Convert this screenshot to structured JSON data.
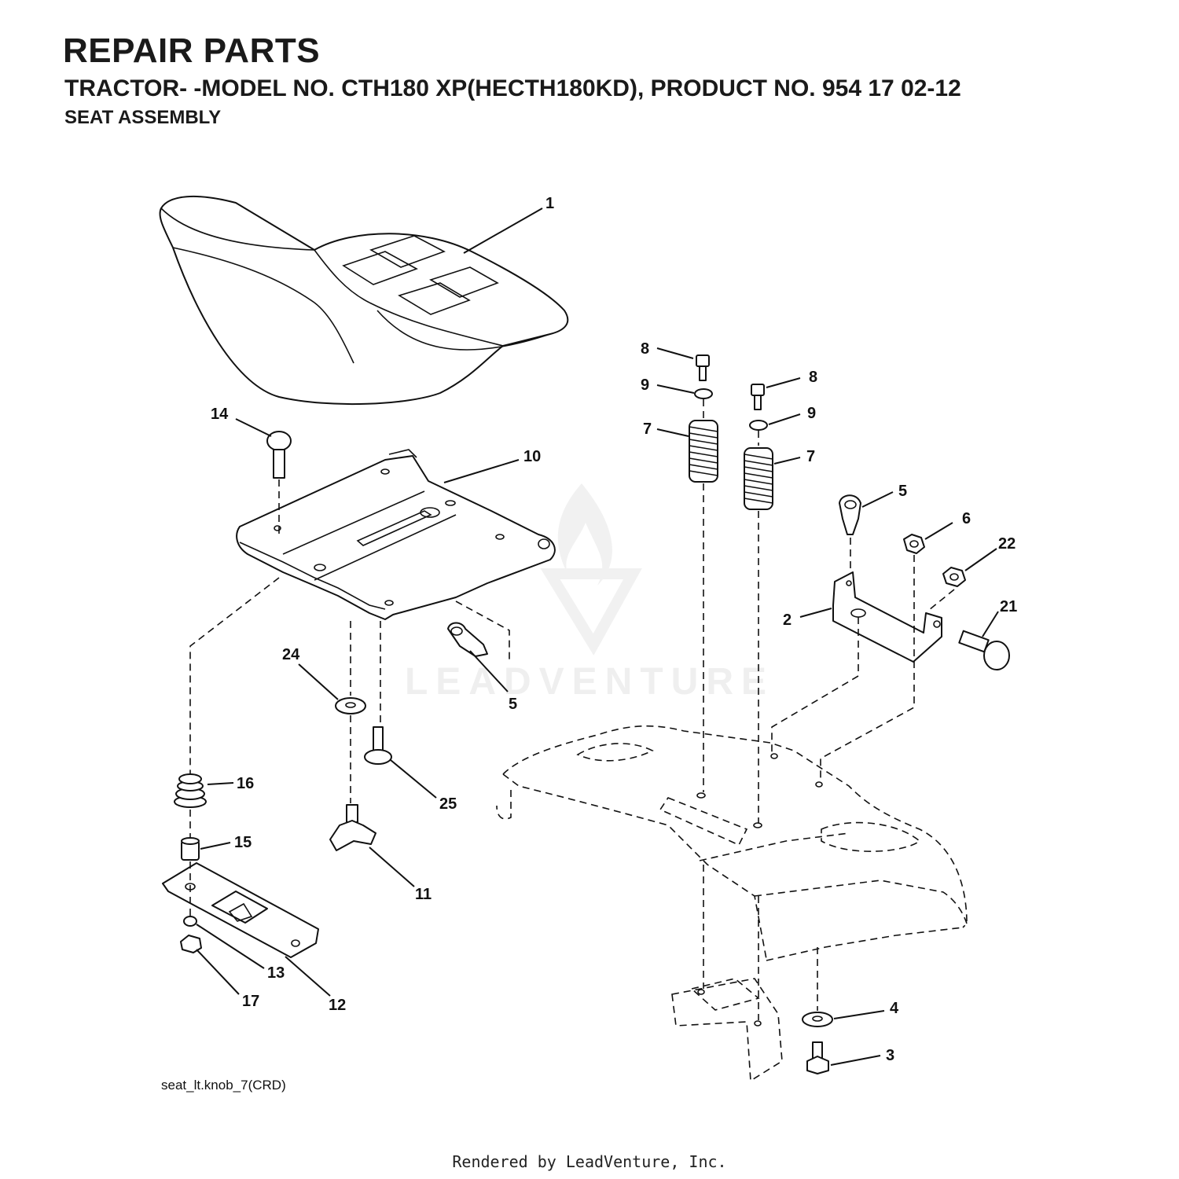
{
  "header": {
    "title": "REPAIR PARTS",
    "subtitle": "TRACTOR- -MODEL NO. CTH180 XP(HECTH180KD), PRODUCT NO. 954 17 02-12",
    "section": "SEAT ASSEMBLY"
  },
  "watermark": "LEADVENTURE",
  "drawing_ref": "seat_lt.knob_7(CRD)",
  "footer": "Rendered by LeadVenture, Inc.",
  "callouts": {
    "seat": "1",
    "seat_pan": "10",
    "carriage_bolt_14": "14",
    "bolt_8_left": "8",
    "washer_9_left": "9",
    "spring_7_left": "7",
    "bolt_8_right": "8",
    "washer_9_right": "9",
    "spring_7_right": "7",
    "clip_5_right": "5",
    "nut_6": "6",
    "nut_22": "22",
    "bracket_2": "2",
    "bolt_21": "21",
    "clip_5_left": "5",
    "washer_24": "24",
    "bolt_25": "25",
    "spring_16": "16",
    "spacer_15": "15",
    "knob_11": "11",
    "washer_13": "13",
    "slide_12": "12",
    "nut_17": "17",
    "washer_4": "4",
    "bolt_3": "3"
  }
}
